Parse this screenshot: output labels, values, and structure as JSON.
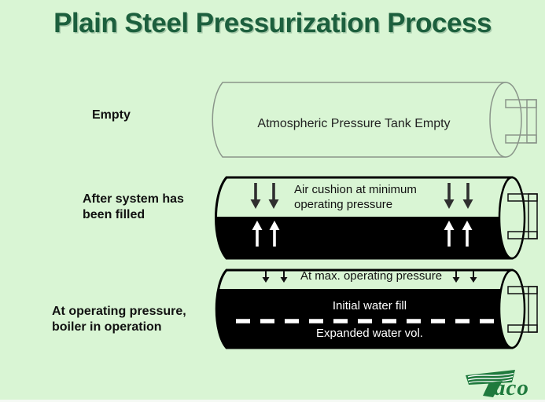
{
  "title": "Plain Steel Pressurization Process",
  "colors": {
    "background": "#d9f5d4",
    "title_green": "#1c5f3d",
    "empty_tank_outline_gray": "#8a958a",
    "pressurized_tank_outline": "#000000",
    "water_fill": "#000000",
    "caption_text_dark": "#1c1c1c",
    "caption_text_white": "#ffffff",
    "logo_green": "#1f7a3d"
  },
  "icons": {
    "down_arrow": "↓",
    "up_arrow": "↑"
  },
  "rows": {
    "empty": {
      "label": "Empty",
      "caption": "Atmospheric Pressure Tank Empty"
    },
    "filled": {
      "label": "After system has\nbeen filled",
      "caption": "Air cushion at minimum\noperating pressure"
    },
    "operating": {
      "label": "At operating pressure,\nboiler in operation",
      "top_caption": "At max. operating pressure",
      "water_top": "Initial water fill",
      "water_bottom": "Expanded water vol."
    }
  },
  "logo": {
    "brand": "Taco",
    "wordmark_tail": "aco"
  }
}
